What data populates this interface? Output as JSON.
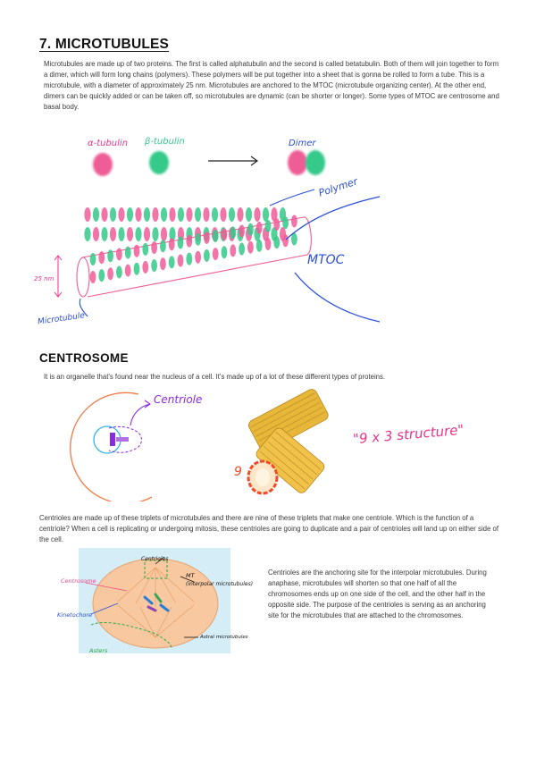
{
  "section1": {
    "title": "7. MICROTUBULES",
    "paragraph": "Microtubules are made up of two proteins. The first is called alphatubulin and the second is called betatubulin. Both of them will join together to form a dimer, which will form long chains (polymers). These polymers will be put together into a sheet that is gonna be rolled to form a tube. This is a microtubule, with a diameter of approximately 25 nm. Microtubules are anchored to the MTOC (microtubule organizing center). At the other end, dimers can be quickly added or can be taken off, so microtubules are dynamic (can be shorter or longer). Some types of MTOC are centrosome and basal body."
  },
  "diagram1": {
    "alpha_label": "α-tubulin",
    "beta_label": "β-tubulin",
    "dimer_label": "Dimer",
    "polymer_label": "Polymer",
    "mtoc_label": "MTOC",
    "diameter_label": "25 nm",
    "microtubule_label": "Microtubule",
    "colors": {
      "alpha": "#ee5d96",
      "beta": "#35c98a",
      "mtoc": "#2b4fd8",
      "label": "#e8338a"
    }
  },
  "section2": {
    "title": "CENTROSOME",
    "intro": "It is an organelle that's found near the nucleus of a cell. It's made up of a lot of these different types of proteins.",
    "centriole_label": "Centriole",
    "structure_label": "\"9 x 3 structure\"",
    "nine_label": "9",
    "paragraph": "Centrioles are made up of these triplets of microtubules and there are nine of these triplets that make one centriole. Which is the function of a centriole? When a cell is replicating or undergoing mitosis, these centrioles are going to duplicate and a pair of centrioles will land up on either side of the cell."
  },
  "cell_diagram": {
    "centriole_label": "Centrioles",
    "centrosome_label": "Centrosome",
    "kinetochore_label": "Kinetochore",
    "asters_label": "Asters",
    "mt_label": "MT",
    "interpolar_label": "(interpolar microtubules)",
    "astral_label": "Astral microtubules"
  },
  "side_text": "Centrioles are the anchoring site for the interpolar microtubules. During anaphase, microtubules will shorten so that one half of all the chromosomes ends up on one side of the cell, and the other half in the opposite side. The purpose of the centrioles is serving as an anchoring site for the microtubules that are attached to the chromosomes."
}
